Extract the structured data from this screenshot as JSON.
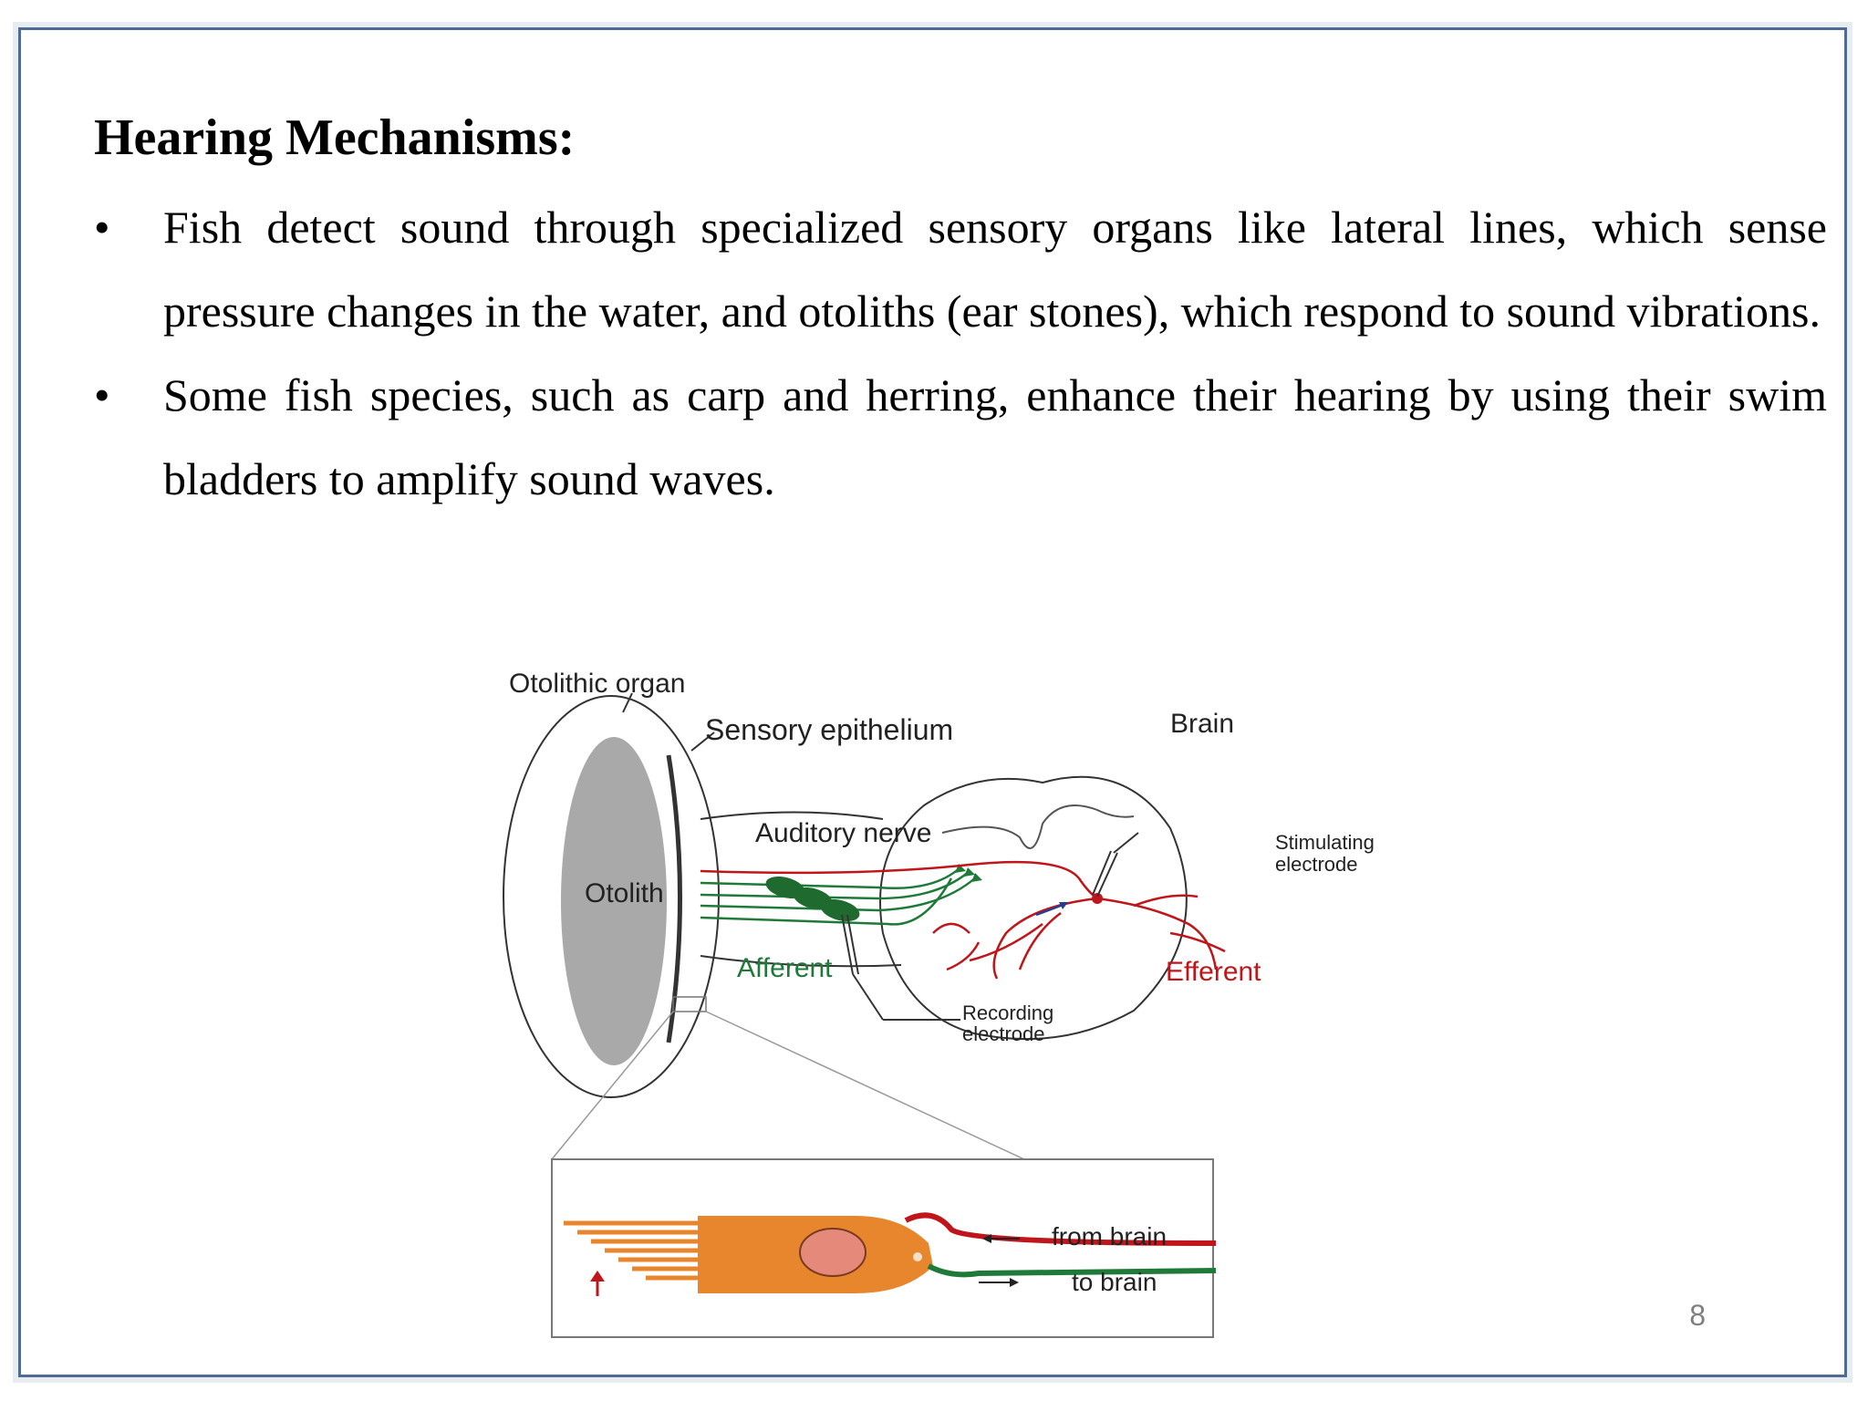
{
  "slide": {
    "title": "Hearing Mechanisms:",
    "bullets": [
      {
        "marker": "•",
        "text": "Fish detect sound through specialized sensory organs like lateral lines, which sense pressure changes in the water, and otoliths (ear stones), which respond to sound vibrations."
      },
      {
        "marker": "•",
        "text": "Some fish species, such as carp and herring, enhance their hearing by using their swim bladders to amplify sound waves."
      }
    ],
    "page_number": "8"
  },
  "figure": {
    "labels": {
      "otolithic_organ": "Otolithic organ",
      "sensory_epithelium": "Sensory epithelium",
      "brain": "Brain",
      "auditory_nerve": "Auditory nerve",
      "otolith": "Otolith",
      "stimulating_line1": "Stimulating",
      "stimulating_line2": "electrode",
      "afferent": "Afferent",
      "efferent": "Efferent",
      "recording_line1": "Recording",
      "recording_line2": "electrode",
      "from_brain": "from brain",
      "to_brain": "to brain"
    },
    "colors": {
      "afferent": "#1f7a3a",
      "efferent": "#c0161b",
      "hair_cell": "#e8862e",
      "otolith_fill": "#a9a9a9"
    }
  }
}
